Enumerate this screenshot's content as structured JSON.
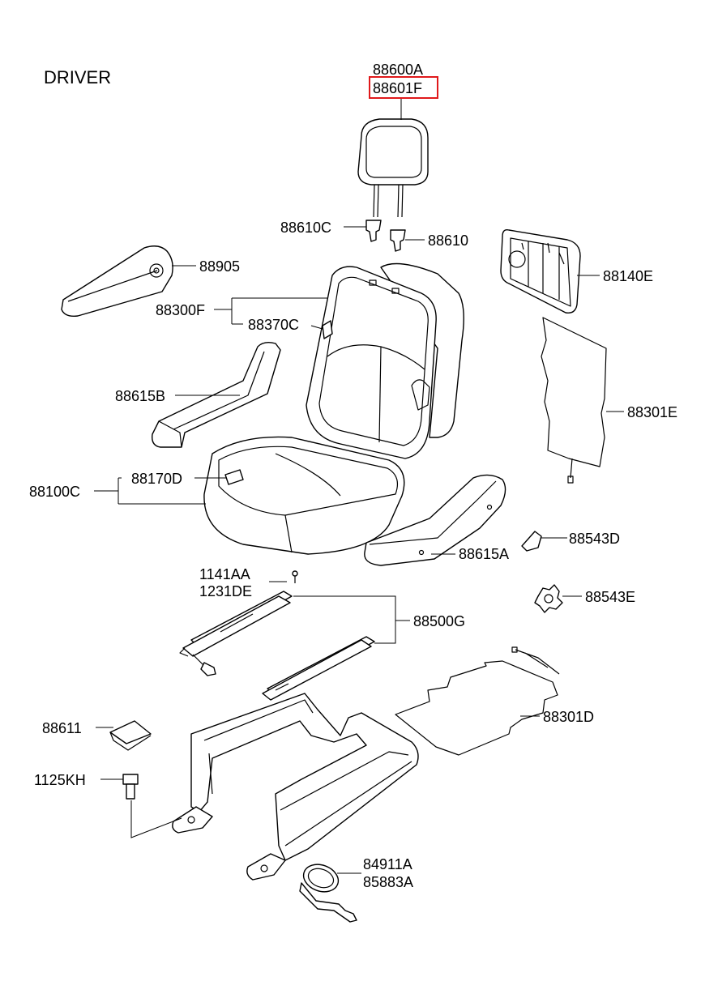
{
  "title": "DRIVER",
  "labels": {
    "l88600A": "88600A",
    "l88601F": "88601F",
    "l88610C": "88610C",
    "l88610": "88610",
    "l88905": "88905",
    "l88140E": "88140E",
    "l88300F": "88300F",
    "l88370C": "88370C",
    "l88615B": "88615B",
    "l88301E": "88301E",
    "l88170D": "88170D",
    "l88100C": "88100C",
    "l88543D": "88543D",
    "l88615A": "88615A",
    "l1141AA": "1141AA",
    "l1231DE": "1231DE",
    "l88543E": "88543E",
    "l88500G": "88500G",
    "l88611": "88611",
    "l88301D": "88301D",
    "l1125KH": "1125KH",
    "l84911A": "84911A",
    "l85883A": "85883A"
  },
  "highlight": {
    "part": "88601F",
    "color": "#e0191b"
  }
}
